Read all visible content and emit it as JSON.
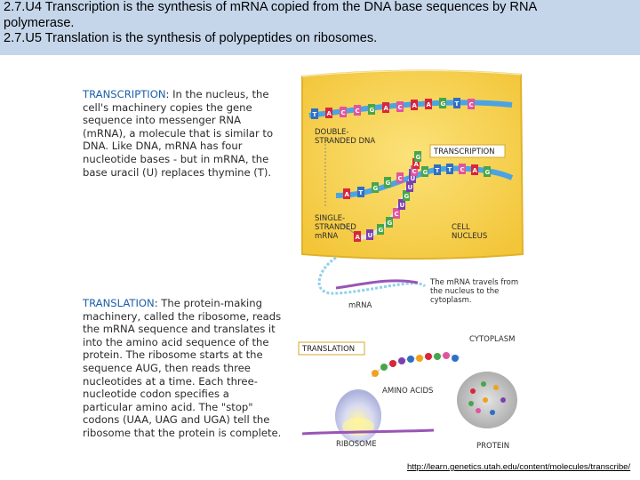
{
  "header": {
    "line1": "2.7.U4 Transcription is the synthesis of mRNA copied from the DNA base sequences by RNA",
    "line2": "polymerase.",
    "line3": "2.7.U5 Translation is the synthesis of polypeptides on ribosomes."
  },
  "transcription": {
    "keyword": "TRANSCRIPTION",
    "body": ": In the nucleus, the cell's machinery copies the gene sequence into messenger RNA (mRNA), a molecule that is similar to DNA. Like DNA, mRNA has four nucleotide bases - but in mRNA, the base uracil (U) replaces thymine (T)."
  },
  "translation": {
    "keyword": "TRANSLATION",
    "body": ": The protein-making machinery, called the ribosome, reads the mRNA sequence and translates it into the amino acid sequence of the protein. The ribosome starts at the sequence AUG, then reads three nucleotides at a time. Each three-nucleotide codon specifies a particular amino acid. The \"stop\" codons (UAA, UAG and UGA) tell the ribosome that the protein is complete."
  },
  "diagram": {
    "double_stranded_l1": "DOUBLE-",
    "double_stranded_l2": "STRANDED DNA",
    "transcription_box": "TRANSCRIPTION",
    "single_stranded_l1": "SINGLE-",
    "single_stranded_l2": "STRANDED",
    "single_stranded_l3": "mRNA",
    "cell_nucleus_l1": "CELL",
    "cell_nucleus_l2": "NUCLEUS",
    "travels_l1": "The mRNA travels from",
    "travels_l2": "the nucleus to the",
    "travels_l3": "cytoplasm.",
    "mrna": "mRNA",
    "translation_box": "TRANSLATION",
    "cytoplasm": "CYTOPLASM",
    "amino_acids": "AMINO ACIDS",
    "ribosome": "RIBOSOME",
    "protein": "PROTEIN",
    "top_strand_bases": [
      "T",
      "A",
      "C",
      "C",
      "G",
      "A",
      "C",
      "A",
      "A",
      "G",
      "T",
      "C"
    ],
    "bottom_strand_bases": [
      "A",
      "T",
      "G",
      "G",
      "C",
      "T",
      "G",
      "T",
      "T",
      "C",
      "A",
      "G"
    ],
    "rna_bases": [
      "A",
      "U",
      "G",
      "G",
      "C",
      "U",
      "G",
      "U",
      "U",
      "C",
      "A",
      "G"
    ],
    "base_colors": {
      "A": "#d9263b",
      "T": "#2f6fc4",
      "U": "#7b3fb0",
      "C": "#e0569e",
      "G": "#48a54a"
    }
  },
  "footer": {
    "source": "http://learn.genetics.utah.edu/content/molecules/transcribe/"
  }
}
